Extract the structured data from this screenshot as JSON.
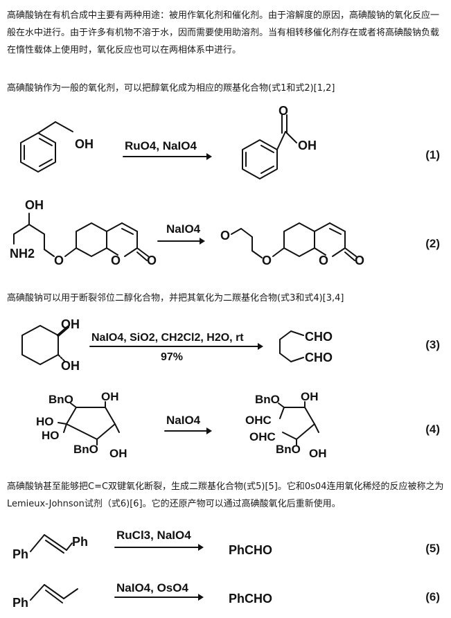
{
  "paragraphs": {
    "intro": "高碘酸钠在有机合成中主要有两种用途：被用作氧化剂和催化剂。由于溶解度的原因，高碘酸钠的氧化反应一般在水中进行。由于许多有机物不溶于水，因而需要使用助溶剂。当有相转移催化剂存在或者将高碘酸钠负载在惰性载体上使用时，氧化反应也可以在两相体系中进行。",
    "alcohols": "高碘酸钠作为一般的氧化剂，可以把醇氧化成为相应的羰基化合物(式1和式2)[1,2]",
    "diols": "高碘酸钠可以用于断裂邻位二醇化合物，并把其氧化为二羰基化合物(式3和式4)[3,4]",
    "alkenes": "高碘酸钠甚至能够把C=C双键氧化断裂，生成二羰基化合物(式5)[5]。它和0s04连用氧化稀烃的反应被称之为Lemieux-Johnson试剂（式6)[6]。它的还原产物可以通过高碘酸氧化后重新使用。"
  },
  "schemes": [
    {
      "number": "(1)",
      "reagents": "RuO4, NaIO4",
      "substituents": [
        "OH",
        "OH"
      ]
    },
    {
      "number": "(2)",
      "reagents": "NaIO4",
      "substituents": [
        "OH",
        "NH2"
      ]
    },
    {
      "number": "(3)",
      "reagents": "NaIO4, SiO2, CH2Cl2, H2O, rt",
      "yield": "97%",
      "substituents": [
        "OH",
        "OH"
      ],
      "products": [
        "CHO",
        "CHO"
      ]
    },
    {
      "number": "(4)",
      "reagents": "NaIO4",
      "substituents": [
        "BnO",
        "OH",
        "HO",
        "HO",
        "BnO",
        "OH"
      ],
      "products": [
        "BnO",
        "OH",
        "OHC",
        "OHC",
        "BnO",
        "OH"
      ]
    },
    {
      "number": "(5)",
      "reagents": "RuCl3, NaIO4",
      "substituents": [
        "Ph",
        "Ph"
      ],
      "product": "PhCHO"
    },
    {
      "number": "(6)",
      "reagents": "NaIO4, OsO4",
      "substituents": [
        "Ph"
      ],
      "product": "PhCHO"
    }
  ]
}
